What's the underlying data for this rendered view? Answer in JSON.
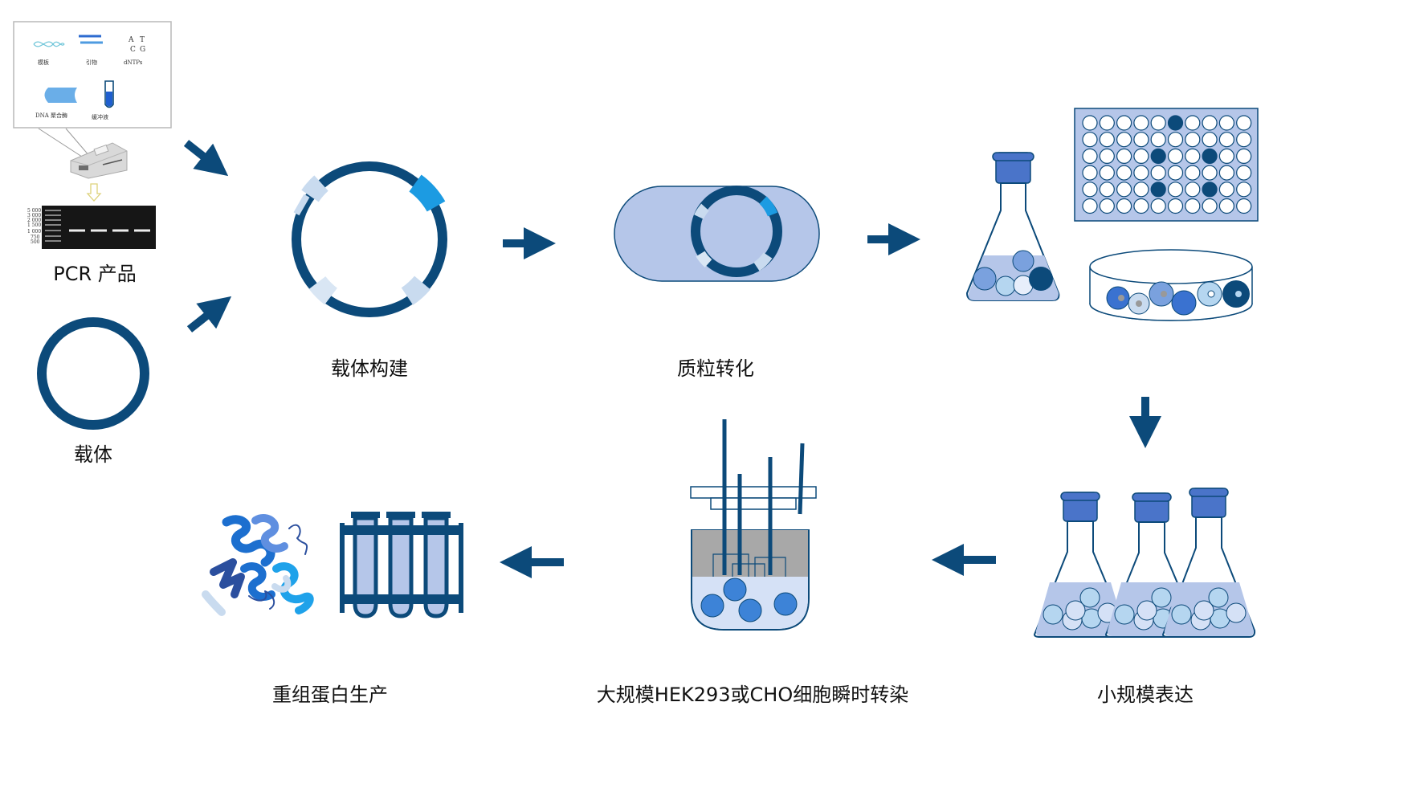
{
  "labels": {
    "pcr_product": "PCR 产品",
    "vector": "载体",
    "vector_construction": "载体构建",
    "plasmid_transformation": "质粒转化",
    "small_scale_expression": "小规模表达",
    "large_scale_transfection": "大规模HEK293或CHO细胞瞬时转染",
    "recombinant_protein_production": "重组蛋白生产"
  },
  "pcr_inset": {
    "template": "模板",
    "primers": "引物",
    "dntps": "dNTPs",
    "dntp_letters": [
      "A",
      "T",
      "C",
      "G"
    ],
    "polymerase": "DNA 聚合酶",
    "buffer": "缓冲液"
  },
  "gel_ladder": [
    "5 000",
    "3 000",
    "2 000",
    "1 500",
    "1 000",
    "750",
    "500"
  ],
  "colors": {
    "primary_dark": "#0c4a7a",
    "light_fill": "#b5c6e9",
    "accent_cyan": "#1c8fdc",
    "pale_blue": "#c9dbef"
  }
}
